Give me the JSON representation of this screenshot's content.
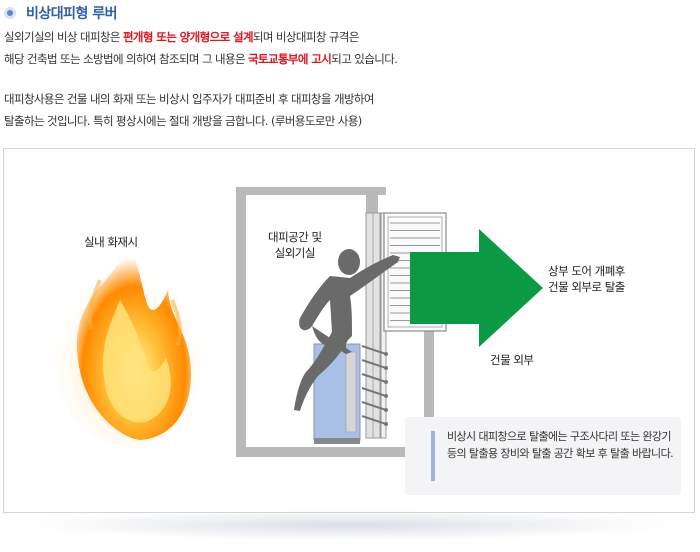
{
  "header": {
    "title": "비상대피형 루버"
  },
  "paragraph1": {
    "line1_a": "실외기실의 비상 대피창은 ",
    "line1_hl": "편개형 또는 양개형으로 설계",
    "line1_b": "되며 비상대피창 규격은",
    "line2_a": "해당 건축법 또는 소방법에 의하여 참조되며 그 내용은 ",
    "line2_hl": "국토교통부에 고시",
    "line2_b": "되고 있습니다."
  },
  "paragraph2": {
    "line1": "대피창사용은 건물 내의 화재 또는 비상시 입주자가 대피준비 후 대피창을 개방하여",
    "line2": "탈출하는 것입니다. 특히 평상시에는 절대 개방을 금합니다. (루버용도로만 사용)"
  },
  "diagram": {
    "indoor_fire_label": "실내 화재시",
    "evac_space_line1": "대피공간 및",
    "evac_space_line2": "실외기실",
    "exit_line1": "상부 도어 개폐후",
    "exit_line2": "건물 외부로 탈출",
    "outside_label": "건물 외부",
    "note": "비상시 대피창으로 탈출에는 구조사다리 또는 완강기 등의 탈출용 장비와 탈출 공간 확보 후 탈출 바랍니다."
  },
  "colors": {
    "title": "#2f5fa8",
    "highlight": "#e0151d",
    "arrow": "#0a9a44",
    "wall": "#b9b9b9",
    "unit": "#a9c0e6",
    "person": "#6a6a6a",
    "fire_outer": "#ffb13b",
    "fire_inner": "#ff7a00"
  }
}
